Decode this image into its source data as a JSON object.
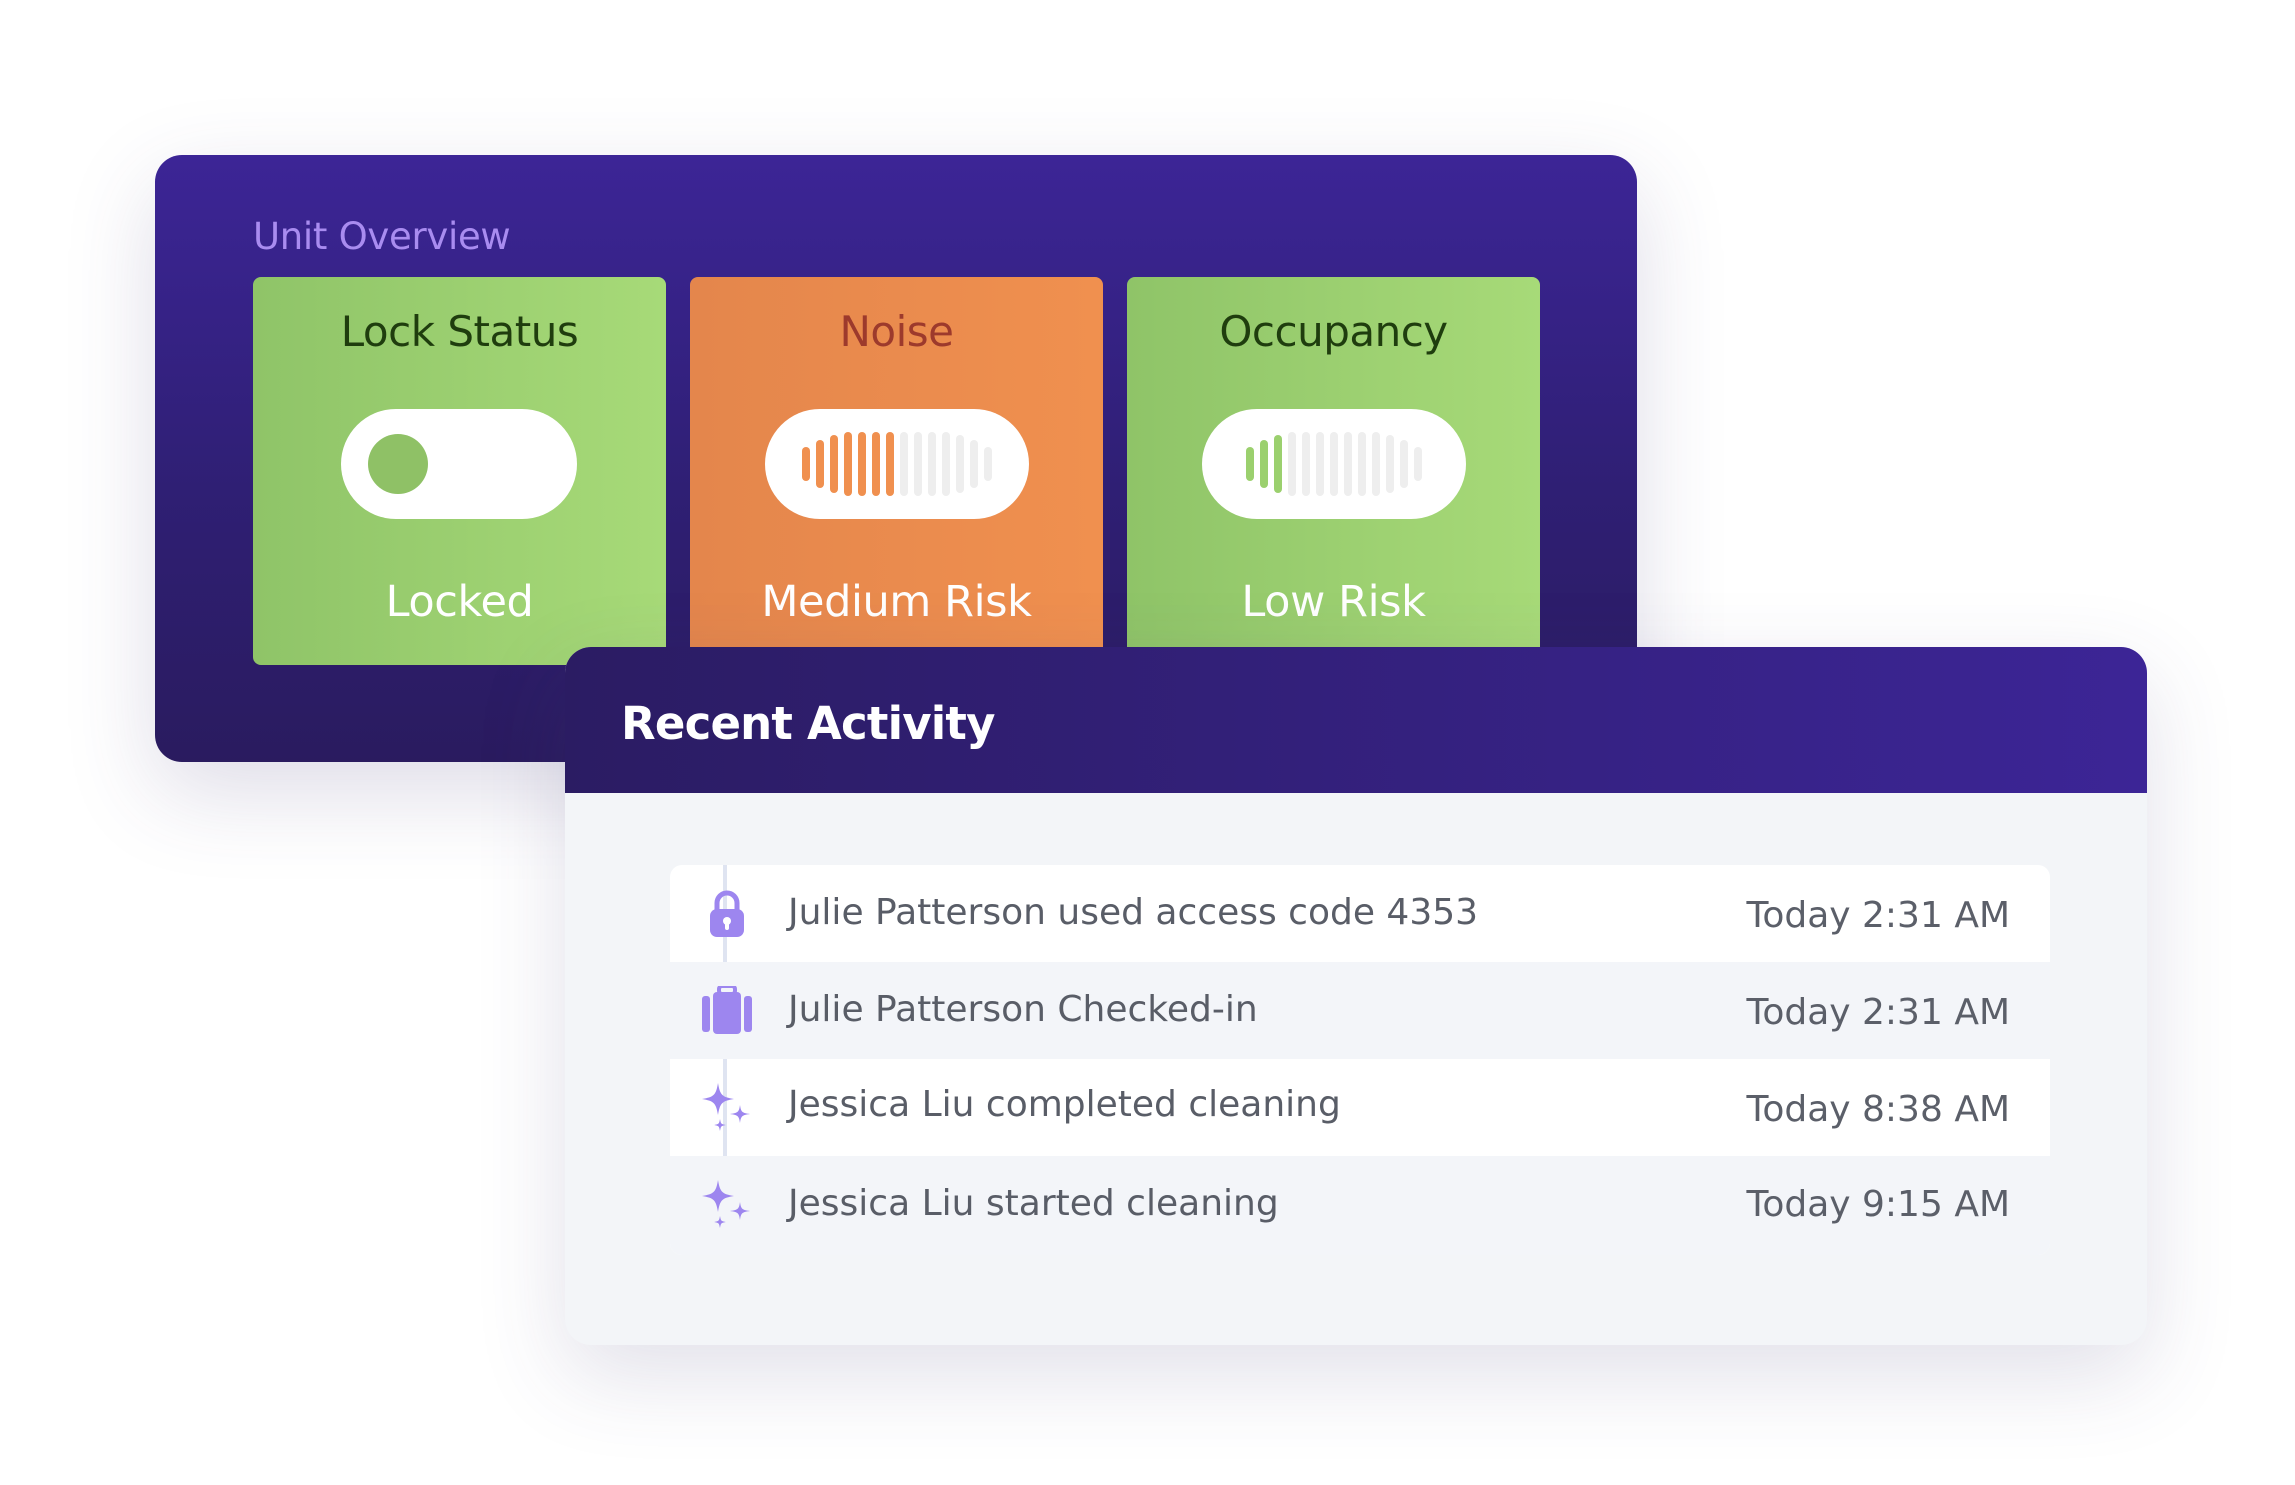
{
  "unit_overview": {
    "title": "Unit Overview",
    "cards": [
      {
        "title": "Lock Status",
        "value": "Locked",
        "widget": "toggle",
        "color": "#9bd06e"
      },
      {
        "title": "Noise",
        "value": "Medium Risk",
        "widget": "meter",
        "level": 7,
        "total": 14,
        "color": "#f0904f"
      },
      {
        "title": "Occupancy",
        "value": "Low Risk",
        "widget": "meter",
        "level": 3,
        "total": 13,
        "color": "#9bd06e"
      }
    ]
  },
  "recent_activity": {
    "title": "Recent Activity",
    "items": [
      {
        "icon": "lock-icon",
        "text": "Julie Patterson used access code 4353",
        "time": "Today 2:31 AM"
      },
      {
        "icon": "luggage-icon",
        "text": "Julie Patterson Checked-in",
        "time": "Today 2:31 AM"
      },
      {
        "icon": "sparkle-icon",
        "text": "Jessica Liu completed cleaning",
        "time": "Today 8:38 AM"
      },
      {
        "icon": "sparkle-icon",
        "text": "Jessica Liu started cleaning",
        "time": "Today 9:15 AM"
      }
    ]
  },
  "colors": {
    "primary": "#3c2596",
    "accent": "#a98cf0",
    "green": "#9bd06e",
    "orange": "#f0904f",
    "icon": "#9d86ef"
  }
}
